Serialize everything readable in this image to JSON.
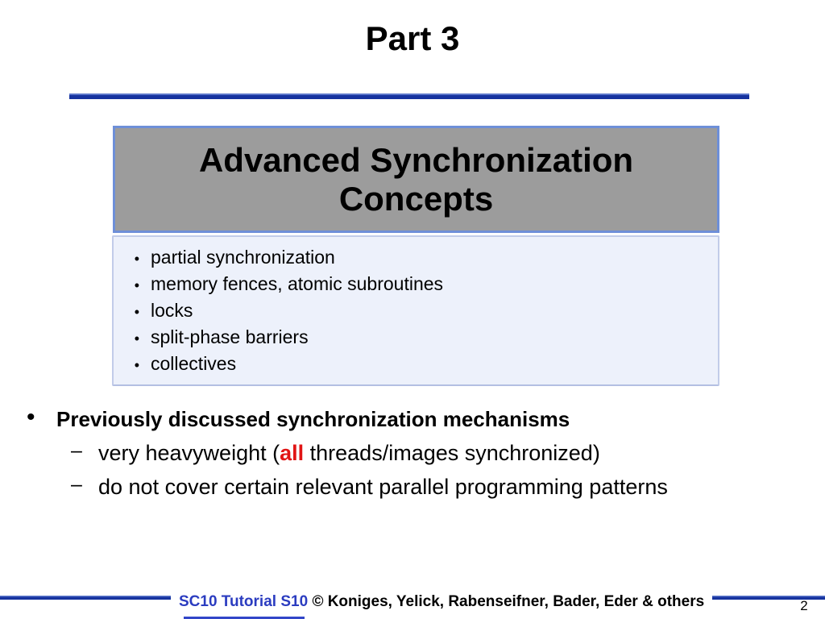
{
  "title": "Part 3",
  "concepts_box": {
    "title": "Advanced Synchronization Concepts"
  },
  "topics_box": {
    "items": [
      "partial synchronization",
      "memory fences, atomic subroutines",
      "locks",
      "split-phase barriers",
      "collectives"
    ]
  },
  "markers": {
    "bullet": "•",
    "dash": "–"
  },
  "discussion": {
    "heading": "Previously discussed synchronization mechanisms",
    "sub_items": [
      {
        "prefix": "very heavyweight (",
        "highlight": "all",
        "suffix": " threads/images synchronized)"
      },
      {
        "prefix": "do not cover certain relevant parallel programming patterns",
        "highlight": "",
        "suffix": ""
      }
    ]
  },
  "footer": {
    "tutorial": "SC10 Tutorial S10",
    "credits": "© Koniges, Yelick, Rabenseifner, Bader, Eder & others",
    "page_number": "2"
  },
  "colors": {
    "accent_blue_dark": "#16339f",
    "accent_blue_light": "#5b76ca",
    "box_border_blue": "#6e8fd8",
    "gray_box_fill": "#9c9c9c",
    "topics_box_fill": "#edf1fb",
    "topics_box_border": "#c2cce9",
    "highlight_red": "#e11515",
    "footer_text_blue": "#2b3cc0"
  }
}
